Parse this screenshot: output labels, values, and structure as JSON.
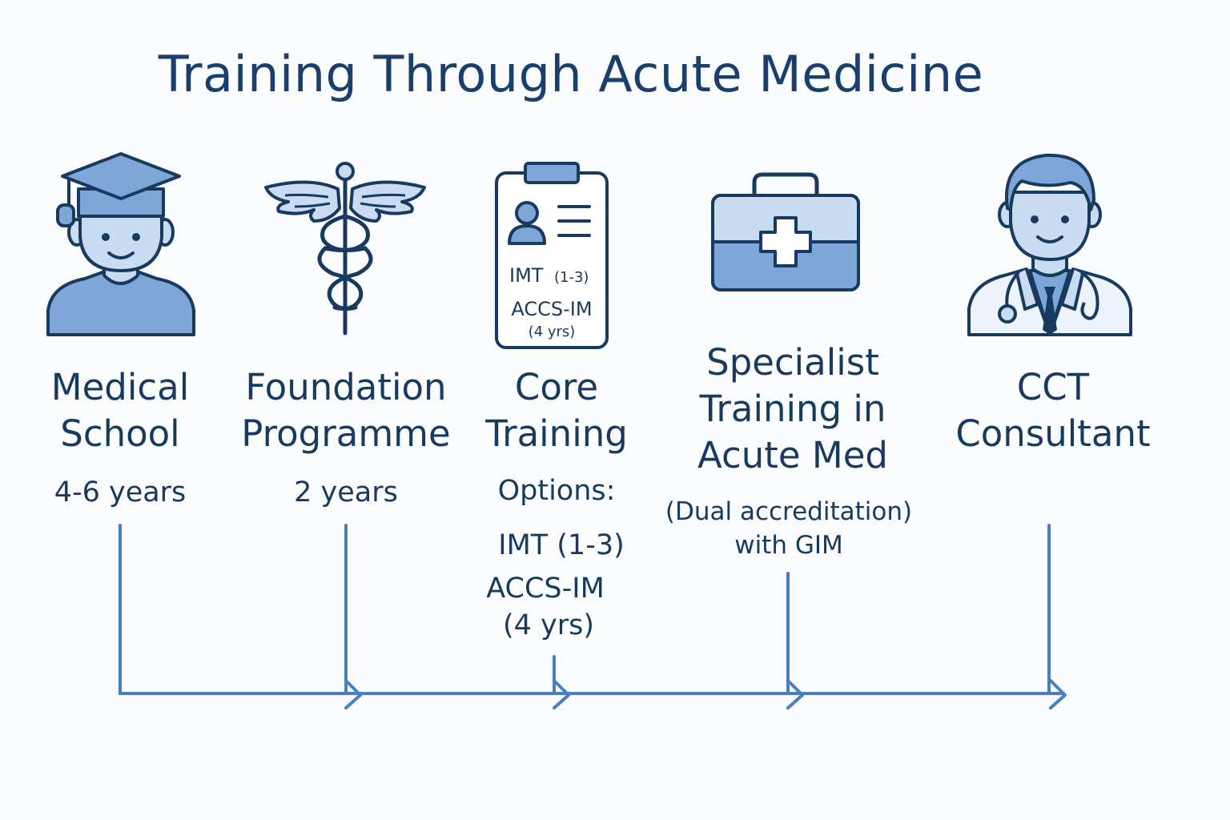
{
  "title": "Training Through Acute Medicine",
  "stages": [
    {
      "title_line1": "Medical",
      "title_line2": "School",
      "duration": "4-6 years",
      "icon": "graduate-icon"
    },
    {
      "title_line1": "Foundation",
      "title_line2": "Programme",
      "duration": "2 years",
      "icon": "caduceus-icon"
    },
    {
      "title_line1": "Core",
      "title_line2": "Training",
      "options_label": "Options:",
      "option1": "IMT (1-3)",
      "option2": "ACCS-IM",
      "option2_duration": "(4 yrs)",
      "icon": "clipboard-icon",
      "clipboard_line1": "IMT",
      "clipboard_line1b": "(1-3)",
      "clipboard_line2": "ACCS-IM",
      "clipboard_line3": "(4 yrs)"
    },
    {
      "title_line1": "Specialist",
      "title_line2": "Training in",
      "title_line3": "Acute Med",
      "note_line1": "(Dual accreditation)",
      "note_line2": "with GIM",
      "icon": "medical-kit-icon"
    },
    {
      "title_line1": "CCT",
      "title_line2": "Consultant",
      "icon": "doctor-icon"
    }
  ],
  "colors": {
    "primary": "#1b3f6c",
    "accent": "#7ea7d8",
    "accent_light": "#c9dcf2",
    "line": "#4a7fbf",
    "background": "#fbfcfd"
  }
}
